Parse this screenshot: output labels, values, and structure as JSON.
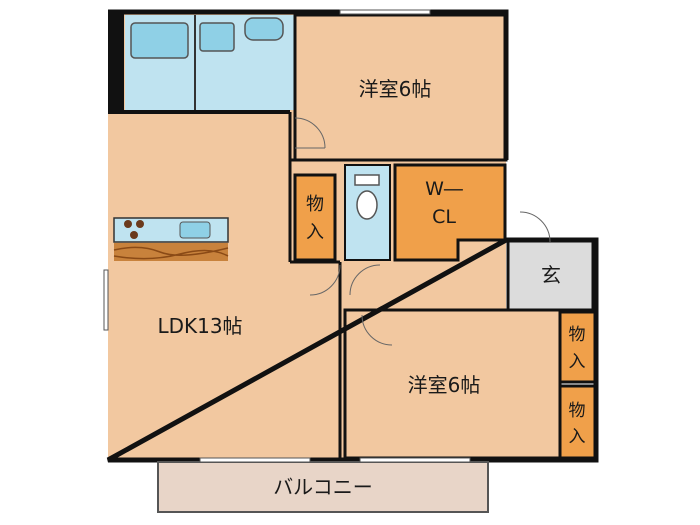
{
  "rooms": {
    "bedroom_north": "洋室6帖",
    "bedroom_south": "洋室6帖",
    "ldk": "LDK13帖",
    "wcl_line1": "W―",
    "wcl_line2": "CL",
    "storage_left_1": "物",
    "storage_left_2": "入",
    "storage_right_top_1": "物",
    "storage_right_top_2": "入",
    "storage_right_bottom_1": "物",
    "storage_right_bottom_2": "入",
    "entrance": "玄",
    "balcony": "バルコニー"
  },
  "colors": {
    "floor": "#f2c8a0",
    "closet": "#f0a04a",
    "bath": "#bfe3f0",
    "balcony": "#e8d5c8",
    "entrance": "#dcdcdc",
    "wall": "#111111",
    "hall": "#f8e6d2"
  }
}
